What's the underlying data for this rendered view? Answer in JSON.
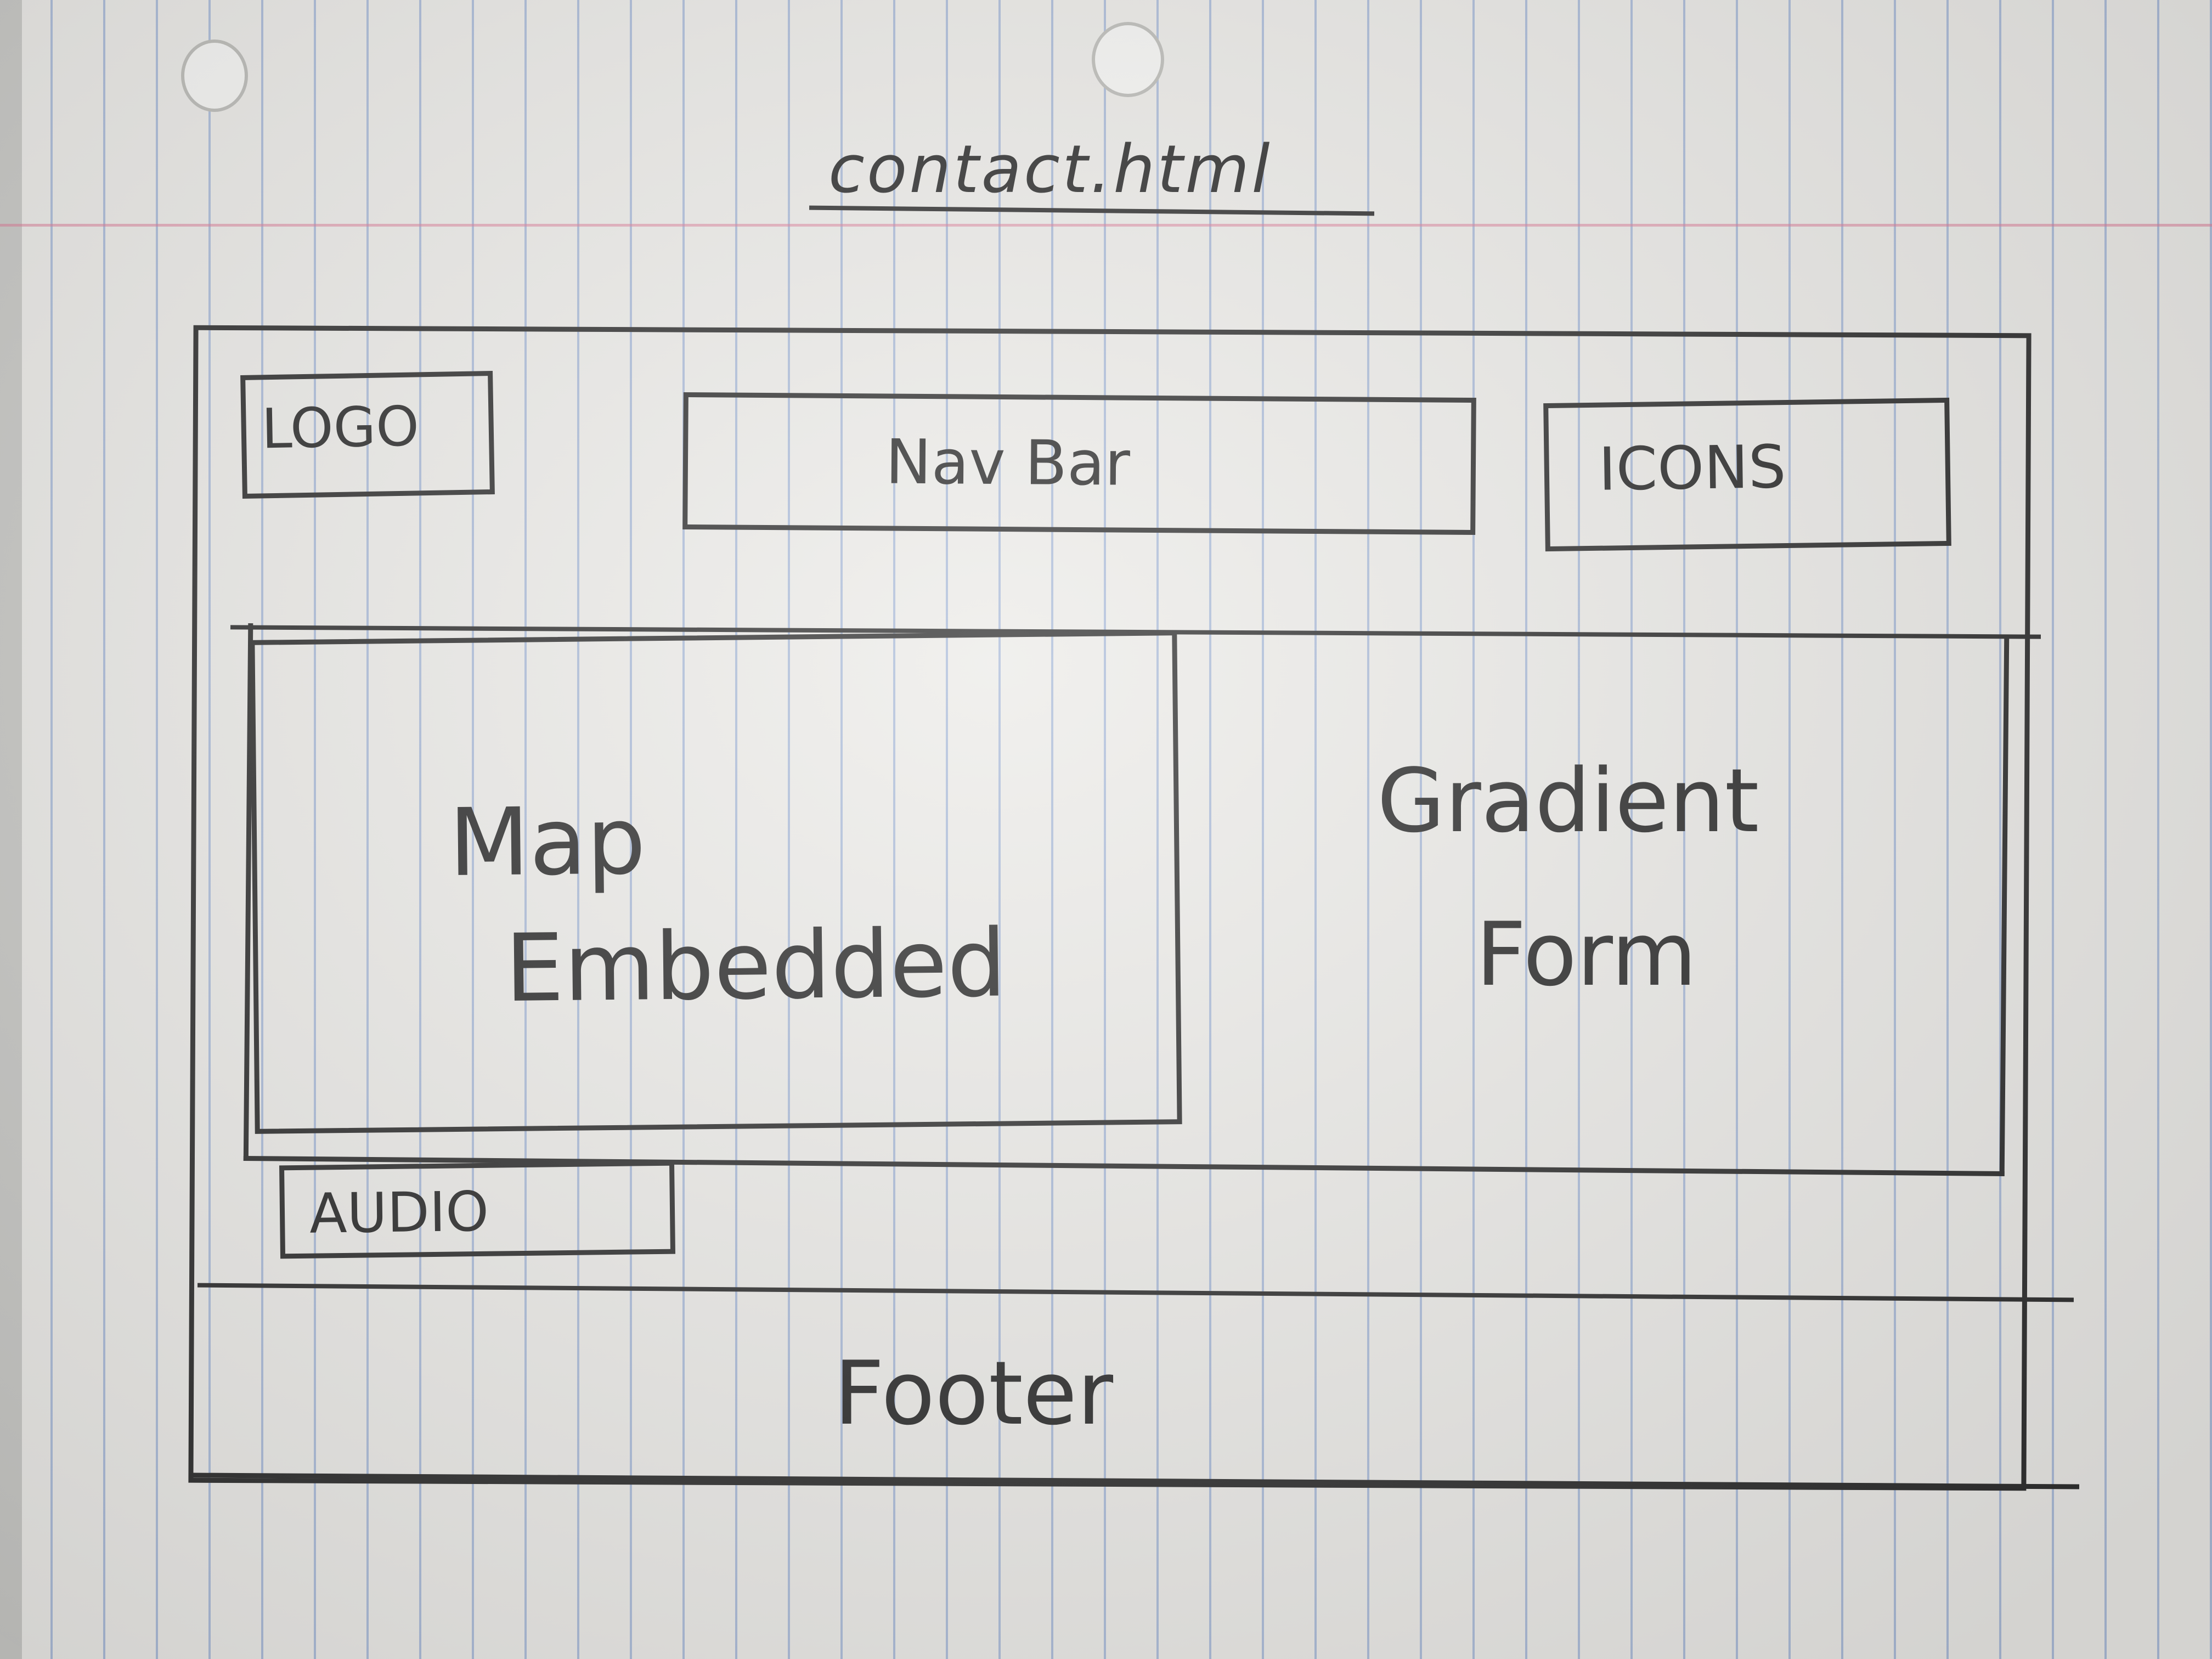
{
  "sketch": {
    "title": "contact.html",
    "logo_label": "LOGO",
    "nav_label": "Nav Bar",
    "icons_label": "ICONS",
    "map_line1": "Map",
    "map_line2": "Embedded",
    "form_line1": "Gradient",
    "form_line2": "Form",
    "audio_label": "AUDIO",
    "footer_label": "Footer"
  },
  "colors": {
    "paper": "#ecebe8",
    "rule_lines": "#7896cd",
    "margin_line": "#dc7896",
    "pencil": "#2e2e2e"
  }
}
